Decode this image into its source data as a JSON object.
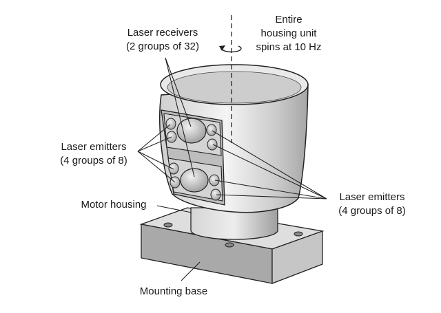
{
  "labels": {
    "receivers_line1": "Laser receivers",
    "receivers_line2": "(2 groups of 32)",
    "spin_line1": "Entire",
    "spin_line2": "housing unit",
    "spin_line3": "spins at 10 Hz",
    "emitters_left_line1": "Laser emitters",
    "emitters_left_line2": "(4 groups of 8)",
    "emitters_right_line1": "Laser emitters",
    "emitters_right_line2": "(4 groups of 8)",
    "motor_housing": "Motor housing",
    "mounting_base": "Mounting base"
  },
  "colors": {
    "line": "#222222",
    "body_light": "#e6e6e6",
    "body_mid": "#bdbdbd",
    "body_dark": "#9a9a9a",
    "base_top": "#dcdcdc",
    "base_front": "#a9a9a9",
    "base_side": "#c4c4c4"
  }
}
